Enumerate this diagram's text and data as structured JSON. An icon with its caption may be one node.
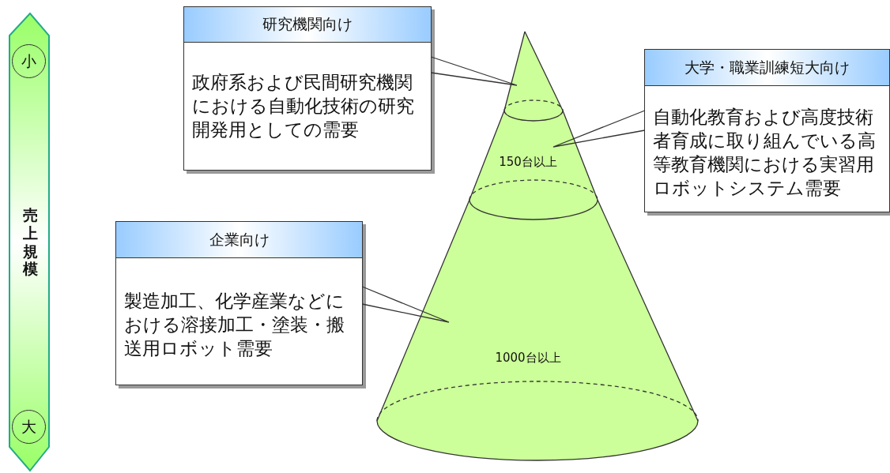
{
  "diagram": {
    "nodes": [
      {
        "text": [
          "売上規模"
        ]
      },
      {
        "text": [
          "小"
        ],
        "in": 0
      },
      {
        "text": [
          "大"
        ],
        "in": 0
      },
      {
        "text": [
          "研究機関向け",
          "政府系および民間研究機関における自動化技術の研究開発用としての需要"
        ]
      },
      {
        "text": [
          "大学・職業訓練短大向け",
          "自動化教育および高度技術者育成に取り組んでいる高等教育機関における実習用ロボットシステム需要"
        ]
      },
      {
        "text": [],
        "shape": "cone"
      },
      {
        "text": [
          "150台以上"
        ]
      },
      {
        "text": [
          "企業向け",
          "製造加工、化学産業などにおける溶接加工・塗装・搬送用ロボット需要"
        ]
      },
      {
        "text": [
          "1000台以上"
        ]
      }
    ],
    "edges": [
      {
        "from": 3,
        "to": null,
        "arrow": "none"
      },
      {
        "from": 4,
        "to": null,
        "arrow": "none"
      },
      {
        "from": 7,
        "to": null,
        "arrow": "none"
      }
    ]
  }
}
